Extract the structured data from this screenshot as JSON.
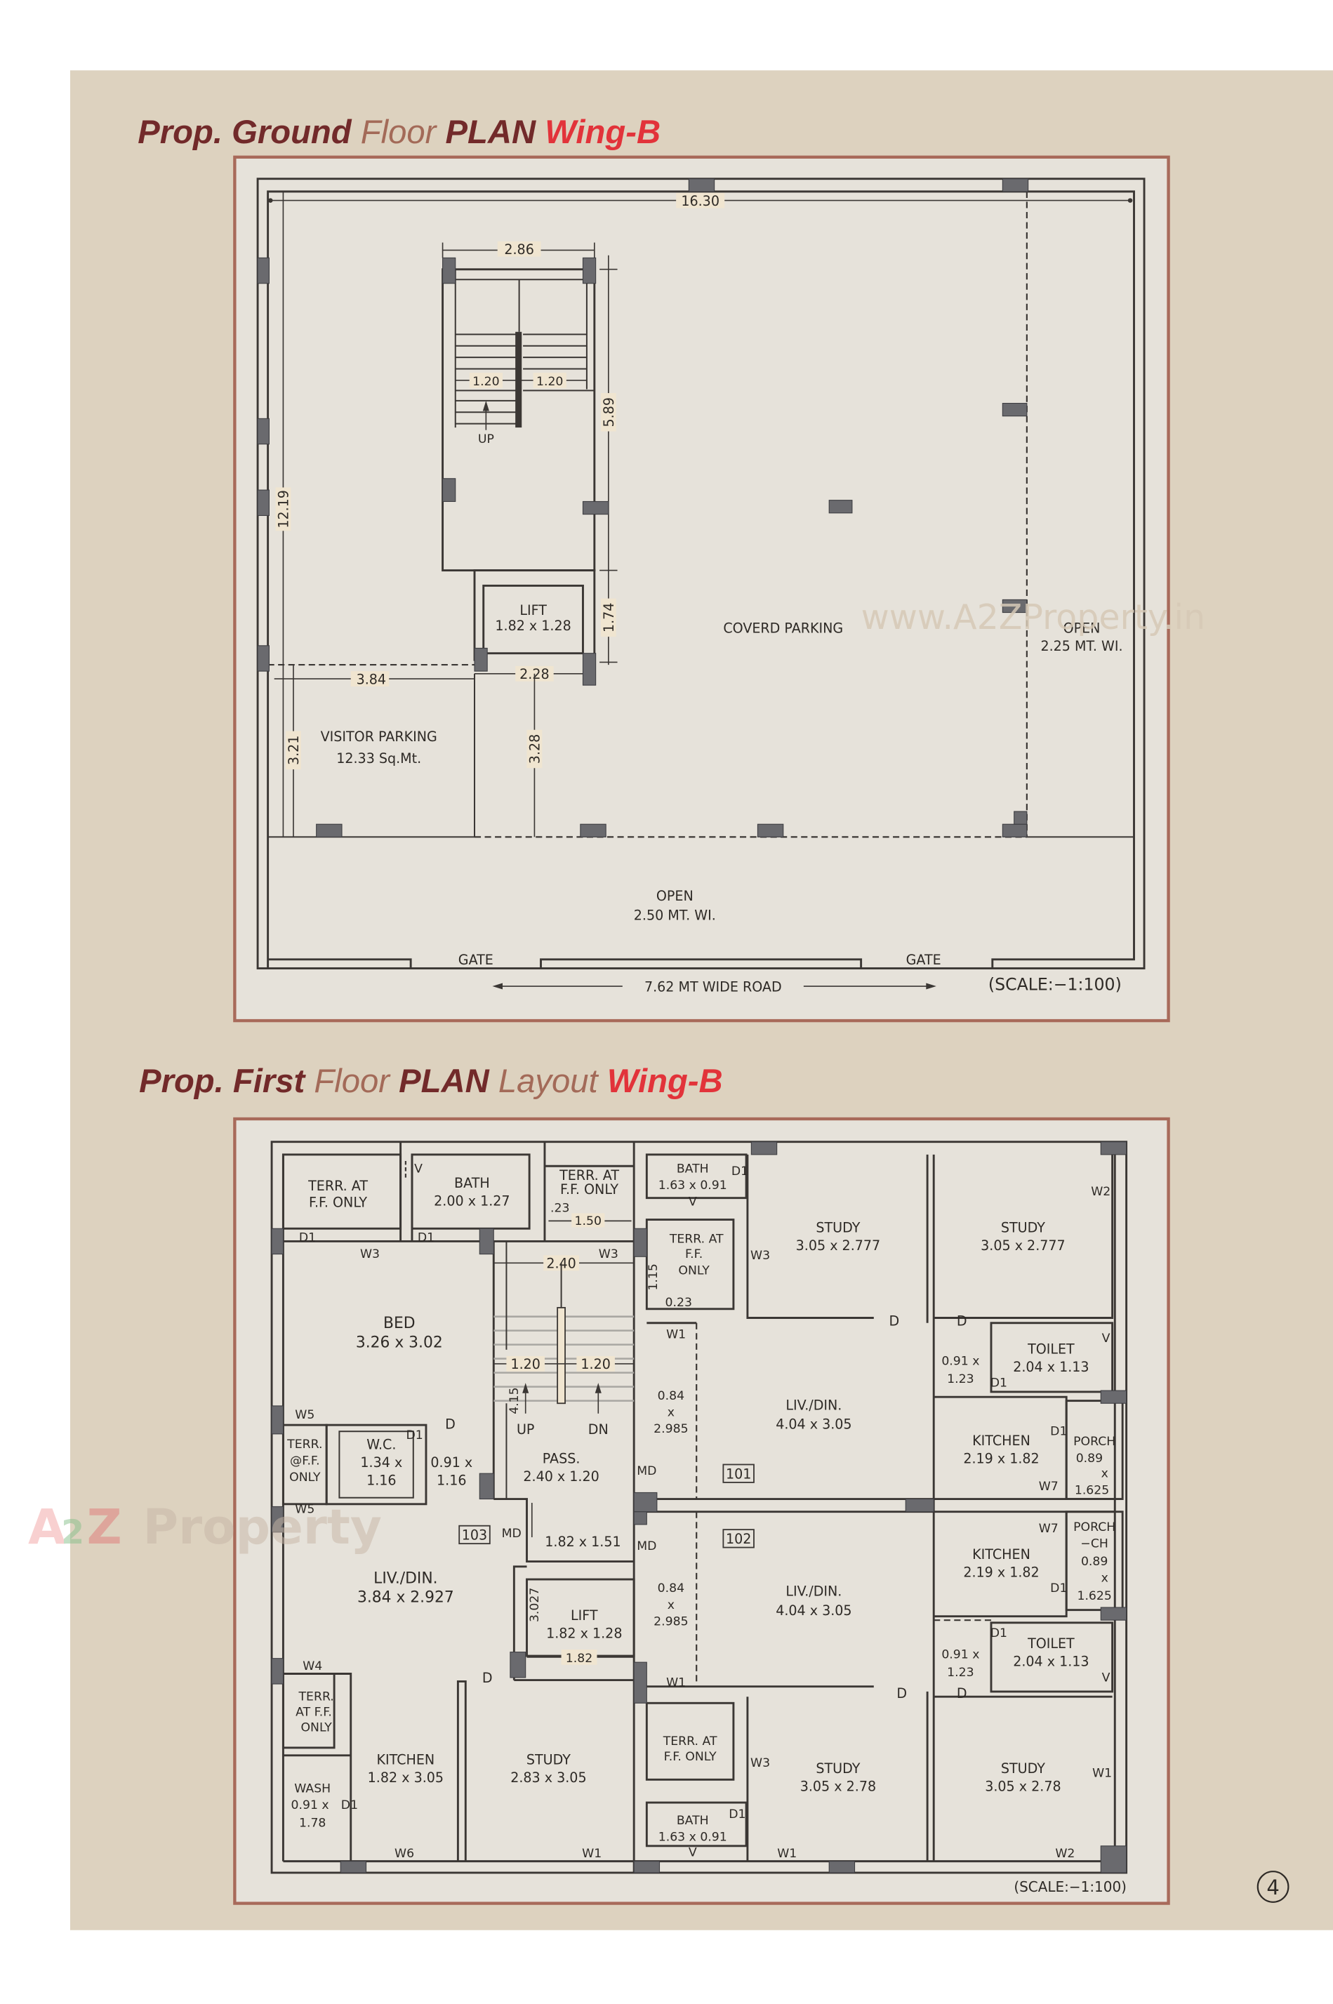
{
  "page": {
    "page_number": "4",
    "colors": {
      "panel_bg": "#ddd2bf",
      "frame_border": "#a86a5a",
      "frame_bg": "#e6e2da",
      "plan_fill": "#f0e5d0",
      "wall": "#3b3734",
      "column": "#6a6a6e",
      "title_dark": "#722a2a",
      "title_light": "#a36a58",
      "title_red": "#e2333a"
    },
    "watermarks": {
      "url": "www.A2ZProperty.in",
      "logo_a": "A",
      "logo_2": "2",
      "logo_z": "Z",
      "logo_property": "Property"
    }
  },
  "ground_floor": {
    "title": {
      "part1": "Prop. Ground ",
      "part2": "Floor ",
      "part3": "PLAN ",
      "part4": "Wing-B"
    },
    "dims": {
      "overall_width": "16.30",
      "overall_depth": "12.19",
      "stair_width": "2.86",
      "flight_left": "1.20",
      "flight_right": "1.20",
      "stair_depth": "5.89",
      "lift_depth": "1.74",
      "visitor_width": "3.84",
      "visitor_depth": "3.21",
      "lobby_width": "2.28",
      "lobby_depth": "3.28"
    },
    "labels": {
      "up": "UP",
      "lift_name": "LIFT",
      "lift_size": "1.82 x 1.28",
      "covered_parking": "COVERD PARKING",
      "open_side_name": "OPEN",
      "open_side_width": "2.25 MT. WI.",
      "visitor_name": "VISITOR PARKING",
      "visitor_area": "12.33 Sq.Mt.",
      "open_front_name": "OPEN",
      "open_front_width": "2.50 MT. WI.",
      "gate_left": "GATE",
      "gate_right": "GATE",
      "road": "7.62 MT WIDE ROAD",
      "scale": "(SCALE:−1:100)"
    }
  },
  "first_floor": {
    "title": {
      "part1": "Prop. First ",
      "part2": "Floor ",
      "part3": "PLAN ",
      "part4": "Layout ",
      "part5": "Wing-B"
    },
    "flat_numbers": {
      "f101": "101",
      "f102": "102",
      "f103": "103"
    },
    "rooms": {
      "terr_tl": [
        "TERR. AT",
        "F.F. ONLY"
      ],
      "bath_103": [
        "BATH",
        "2.00 x 1.27"
      ],
      "terr_tc": [
        "TERR. AT",
        "F.F. ONLY"
      ],
      "bed_103": [
        "BED",
        "3.26 x 3.02"
      ],
      "terr_wc": [
        "TERR.",
        "@F.F.",
        "ONLY"
      ],
      "wc_103": [
        "W.C.",
        "1.34 x",
        "1.16"
      ],
      "passage_103": [
        "0.91 x",
        "1.16"
      ],
      "pass": [
        "PASS.",
        "2.40 x 1.20"
      ],
      "lobby": "1.82 x 1.51",
      "liv_103": [
        "LIV./DIN.",
        "3.84 x 2.927"
      ],
      "lift": [
        "LIFT",
        "1.82 x 1.28"
      ],
      "terr_bl": [
        "TERR.",
        "AT F.F.",
        "ONLY"
      ],
      "wash_103": [
        "WASH",
        "0.91 x",
        "1.78"
      ],
      "kitchen_103": [
        "KITCHEN",
        "1.82 x 3.05"
      ],
      "study_103": [
        "STUDY",
        "2.83 x 3.05"
      ],
      "bath_101": [
        "BATH",
        "1.63 x 0.91"
      ],
      "terr_101": [
        "TERR. AT",
        "F.F.",
        "ONLY"
      ],
      "study_101a": [
        "STUDY",
        "3.05 x 2.777"
      ],
      "study_101b": [
        "STUDY",
        "3.05 x 2.777"
      ],
      "foyer_101": [
        "0.84",
        "x",
        "2.985"
      ],
      "liv_101": [
        "LIV./DIN.",
        "4.04 x 3.05"
      ],
      "passage_101": [
        "0.91 x",
        "1.23"
      ],
      "toilet_101": [
        "TOILET",
        "2.04 x 1.13"
      ],
      "kitchen_101": [
        "KITCHEN",
        "2.19 x 1.82"
      ],
      "porch_101": [
        "PORCH",
        "0.89",
        "x",
        "1.625"
      ],
      "kitchen_102": [
        "KITCHEN",
        "2.19 x 1.82"
      ],
      "porch_102": [
        "PORCH",
        "−CH",
        "0.89",
        "x",
        "1.625"
      ],
      "foyer_102": [
        "0.84",
        "x",
        "2.985"
      ],
      "liv_102": [
        "LIV./DIN.",
        "4.04 x 3.05"
      ],
      "passage_102": [
        "0.91 x",
        "1.23"
      ],
      "toilet_102": [
        "TOILET",
        "2.04 x 1.13"
      ],
      "terr_102": [
        "TERR. AT",
        "F.F. ONLY"
      ],
      "bath_102": [
        "BATH",
        "1.63 x 0.91"
      ],
      "study_102a": [
        "STUDY",
        "3.05 x 2.78"
      ],
      "study_102b": [
        "STUDY",
        "3.05 x 2.78"
      ]
    },
    "dims": {
      "stair_width": "2.40",
      "flight_left": "1.20",
      "flight_right": "1.20",
      "stair_depth": "4.15",
      "terr_width": "1.50",
      "terr_offset": ".23",
      "terr_depth": "1.15",
      "terr_gap": "0.23",
      "lobby_depth": "3.027",
      "lift_width": "1.82"
    },
    "marks": {
      "up": "UP",
      "dn": "DN",
      "d": "D",
      "d1": "D1",
      "md": "MD",
      "v": "V",
      "w1": "W1",
      "w2": "W2",
      "w3": "W3",
      "w4": "W4",
      "w5": "W5",
      "w6": "W6",
      "w7": "W7"
    },
    "scale": "(SCALE:−1:100)"
  }
}
